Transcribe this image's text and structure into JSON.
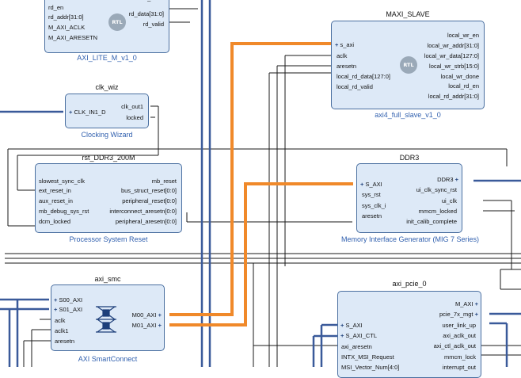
{
  "blocks": {
    "axi_lite": {
      "subtitle": "AXI_LITE_M_v1_0",
      "left_ports": [
        "rd_en",
        "rd_addr[31:0]",
        "M_AXI_ACLK",
        "M_AXI_ARESETN"
      ],
      "right_ports": [
        "wr_done",
        "rd_data[31:0]",
        "rd_valid"
      ],
      "rtl_label": "RTL"
    },
    "maxi_slave": {
      "title": "MAXI_SLAVE",
      "subtitle": "axi4_full_slave_v1_0",
      "left_ports": [
        "s_axi",
        "aclk",
        "aresetn",
        "local_rd_data[127:0]",
        "local_rd_valid"
      ],
      "right_ports": [
        "local_wr_en",
        "local_wr_addr[31:0]",
        "local_wr_data[127:0]",
        "local_wr_strb[15:0]",
        "local_wr_done",
        "local_rd_en",
        "local_rd_addr[31:0]"
      ],
      "rtl_label": "RTL"
    },
    "clk_wiz": {
      "title": "clk_wiz",
      "subtitle": "Clocking Wizard",
      "left_ports": [
        "CLK_IN1_D"
      ],
      "right_ports": [
        "clk_out1",
        "locked"
      ]
    },
    "rst_ddr3": {
      "title": "rst_DDR3_200M",
      "subtitle": "Processor System Reset",
      "left_ports": [
        "slowest_sync_clk",
        "ext_reset_in",
        "aux_reset_in",
        "mb_debug_sys_rst",
        "dcm_locked"
      ],
      "right_ports": [
        "mb_reset",
        "bus_struct_reset[0:0]",
        "peripheral_reset[0:0]",
        "interconnect_aresetn[0:0]",
        "peripheral_aresetn[0:0]"
      ]
    },
    "ddr3": {
      "title": "DDR3",
      "subtitle": "Memory Interface Generator (MIG 7 Series)",
      "left_ports": [
        "S_AXI",
        "sys_rst",
        "sys_clk_i",
        "aresetn"
      ],
      "right_ports": [
        "DDR3",
        "ui_clk_sync_rst",
        "ui_clk",
        "mmcm_locked",
        "init_calib_complete"
      ]
    },
    "axi_smc": {
      "title": "axi_smc",
      "subtitle": "AXI SmartConnect",
      "left_ports": [
        "S00_AXI",
        "S01_AXI",
        "aclk",
        "aclk1",
        "aresetn"
      ],
      "right_ports": [
        "M00_AXI",
        "M01_AXI"
      ]
    },
    "axi_pcie": {
      "title": "axi_pcie_0",
      "left_ports": [
        "S_AXI",
        "S_AXI_CTL",
        "axi_aresetn",
        "INTX_MSI_Request",
        "MSI_Vector_Num[4:0]"
      ],
      "right_ports": [
        "M_AXI",
        "pcie_7x_mgt",
        "user_link_up",
        "axi_aclk_out",
        "axi_ctl_aclk_out",
        "mmcm_lock",
        "interrupt_out"
      ]
    }
  },
  "colors": {
    "block_fill": "#dde9f7",
    "block_border": "#4a6fa0",
    "net": "#1a1a1a",
    "bus": "#3a5a9a",
    "highlight": "#f0892a",
    "subtitle": "#2f5fae"
  }
}
